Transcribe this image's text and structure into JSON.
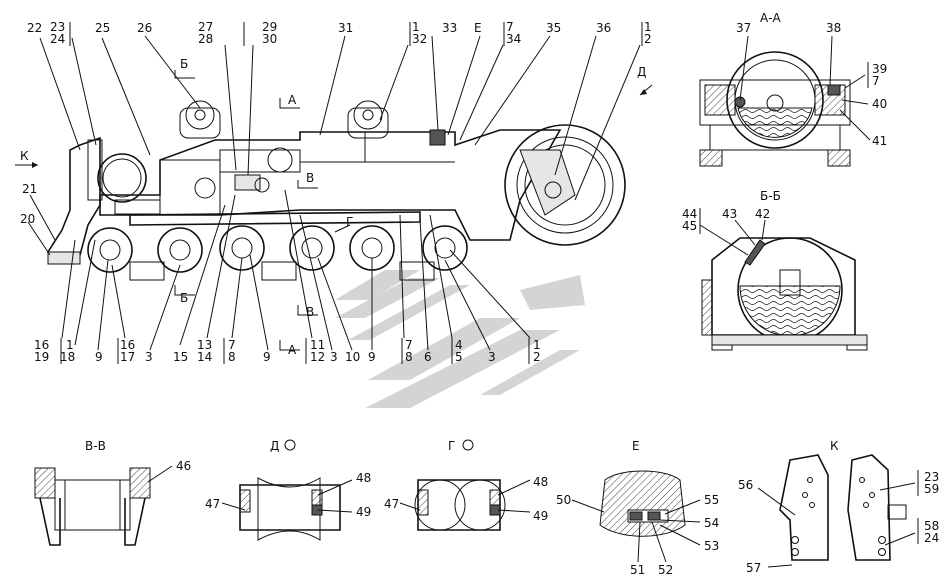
{
  "views": {
    "main": {
      "section_marks": [
        "К",
        "Б",
        "Б",
        "А",
        "А",
        "В",
        "В",
        "Г",
        "Д"
      ]
    },
    "aa": {
      "title": "А-А"
    },
    "bb": {
      "title": "Б-Б"
    },
    "vv": {
      "title": "В-В"
    },
    "d": {
      "title": "Д"
    },
    "g": {
      "title": "Г"
    },
    "e": {
      "title": "Е"
    },
    "k": {
      "title": "К"
    }
  },
  "labels": {
    "top": [
      "22",
      "23",
      "24",
      "25",
      "26",
      "27",
      "28",
      "29",
      "30",
      "31",
      "1",
      "32",
      "33",
      "Е",
      "7",
      "34",
      "35",
      "36",
      "1",
      "2"
    ],
    "left": [
      "21",
      "20"
    ],
    "bottom": [
      "16",
      "19",
      "1",
      "18",
      "9",
      "16",
      "17",
      "3",
      "15",
      "13",
      "14",
      "7",
      "8",
      "9",
      "11",
      "12",
      "3",
      "10",
      "9",
      "7",
      "8",
      "6",
      "4",
      "5",
      "3",
      "1",
      "2"
    ],
    "aa": [
      "37",
      "38",
      "39",
      "7",
      "40",
      "41"
    ],
    "bb": [
      "44",
      "45",
      "43",
      "42"
    ],
    "vv": [
      "46"
    ],
    "d": [
      "47",
      "48",
      "49"
    ],
    "g": [
      "47",
      "48",
      "49"
    ],
    "e": [
      "50",
      "55",
      "54",
      "53",
      "51",
      "52"
    ],
    "k": [
      "56",
      "57",
      "23",
      "59",
      "58",
      "24"
    ]
  }
}
